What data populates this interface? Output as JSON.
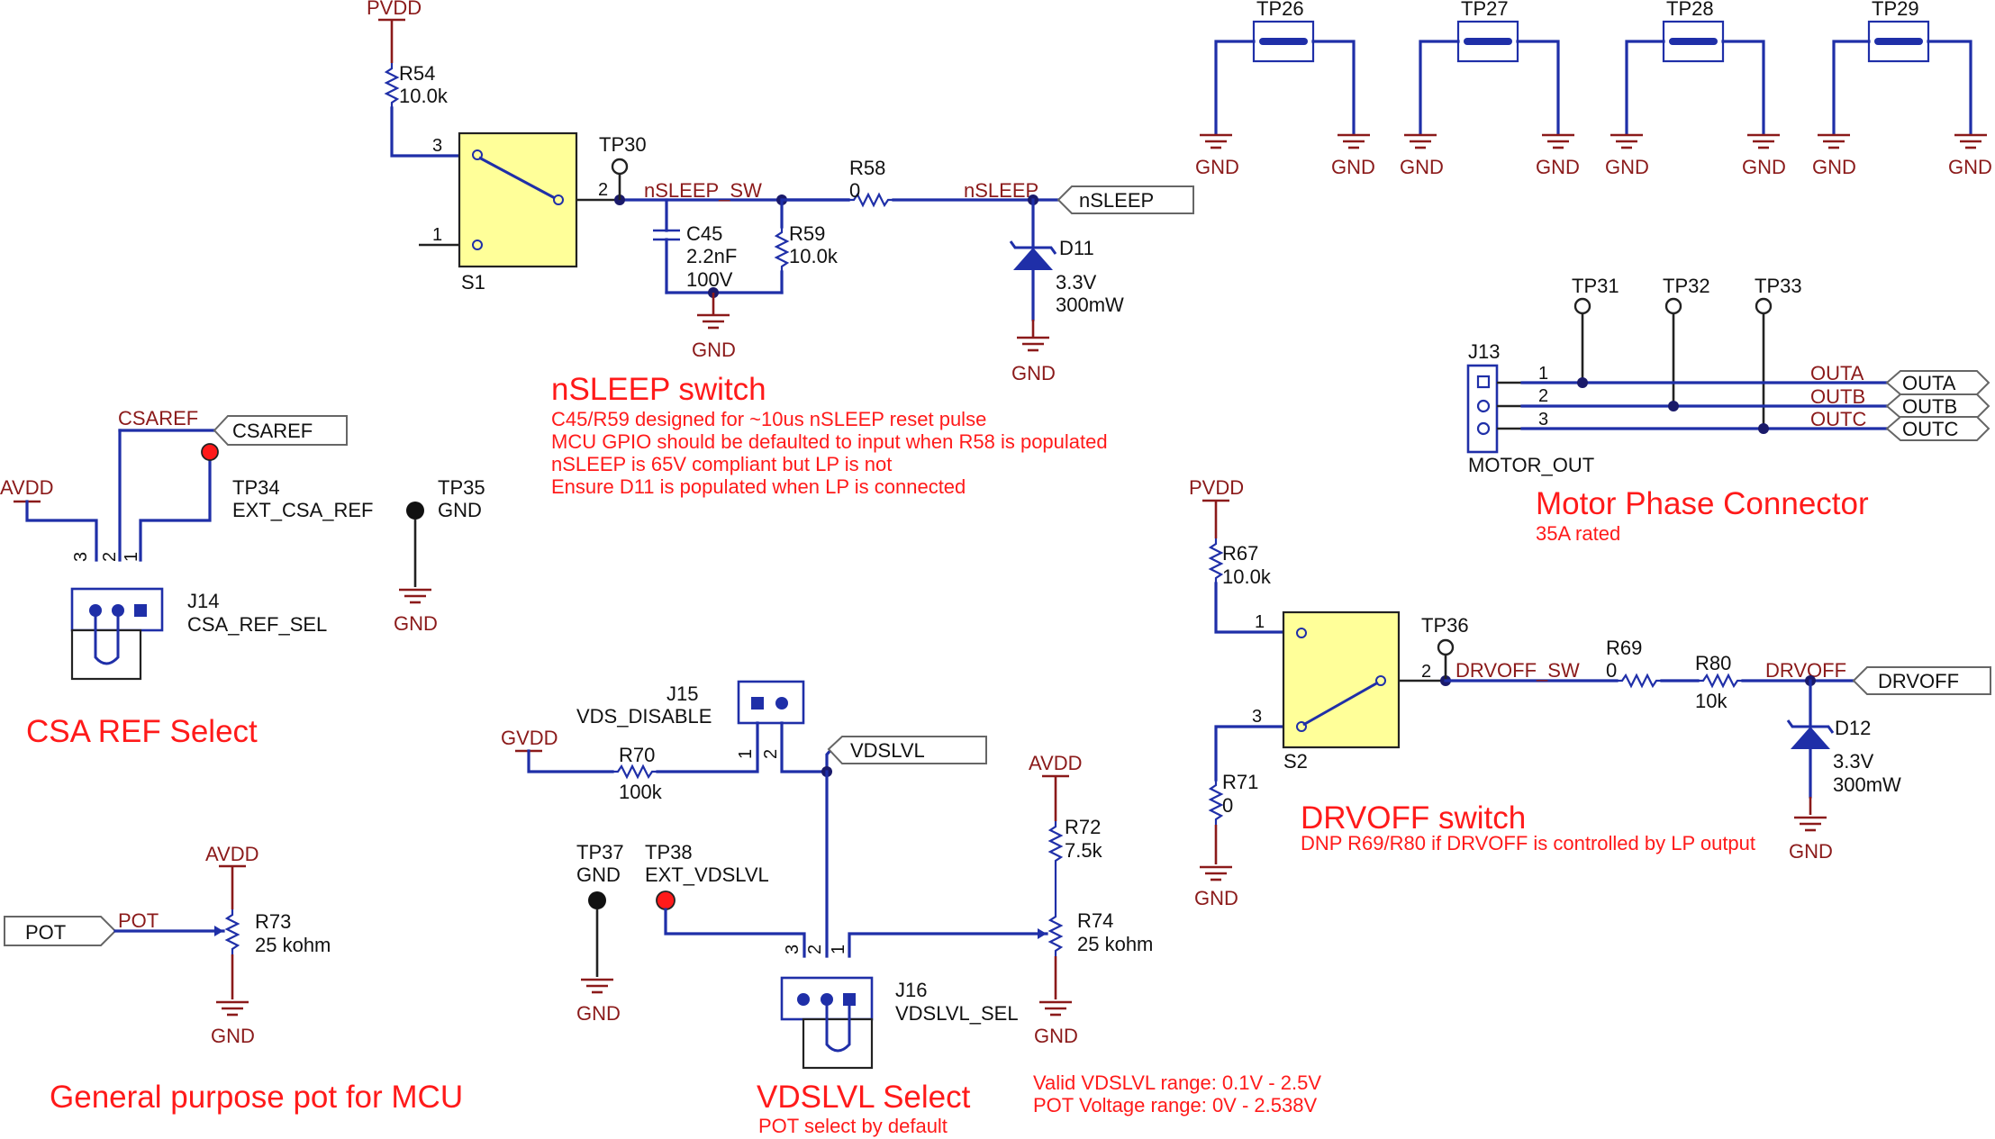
{
  "colors": {
    "wire": "#1f2fa8",
    "power": "#8b1a1a",
    "comment": "#ff1a1a",
    "switch_body": "#ffff99",
    "tp_red": "#ff1a1a",
    "tp_black": "#111111"
  },
  "icons": [
    "ground-symbol-icon",
    "power-bar-icon",
    "resistor-icon",
    "capacitor-icon",
    "zener-diode-icon",
    "potentiometer-icon",
    "switch-icon",
    "test-point-icon",
    "net-flag-icon",
    "header-connector-icon"
  ],
  "nets": {
    "pvdd": "PVDD",
    "avdd": "AVDD",
    "gvdd": "GVDD",
    "gnd": "GND",
    "nsleep_sw": "nSLEEP_SW",
    "nsleep": "nSLEEP",
    "csaref": "CSAREF",
    "pot": "POT",
    "vdslvl": "VDSLVL",
    "drvoff_sw": "DRVOFF_SW",
    "drvoff": "DRVOFF",
    "outa": "OUTA",
    "outb": "OUTB",
    "outc": "OUTC"
  },
  "components": {
    "r54": {
      "ref": "R54",
      "value": "10.0k"
    },
    "r58": {
      "ref": "R58",
      "value": "0"
    },
    "r59": {
      "ref": "R59",
      "value": "10.0k"
    },
    "c45": {
      "ref": "C45",
      "value": "2.2nF",
      "voltage": "100V"
    },
    "d11": {
      "ref": "D11",
      "value": "3.3V",
      "power": "300mW"
    },
    "s1": {
      "ref": "S1"
    },
    "tp26": "TP26",
    "tp27": "TP27",
    "tp28": "TP28",
    "tp29": "TP29",
    "tp30": "TP30",
    "tp31": "TP31",
    "tp32": "TP32",
    "tp33": "TP33",
    "tp34": {
      "ref": "TP34",
      "label": "EXT_CSA_REF"
    },
    "tp35": {
      "ref": "TP35",
      "label": "GND"
    },
    "tp36": "TP36",
    "tp37": {
      "ref": "TP37",
      "label": "GND"
    },
    "tp38": {
      "ref": "TP38",
      "label": "EXT_VDSLVL"
    },
    "j13": {
      "ref": "J13",
      "name": "MOTOR_OUT"
    },
    "j14": {
      "ref": "J14",
      "name": "CSA_REF_SEL"
    },
    "j15": {
      "ref": "J15",
      "name": "VDS_DISABLE"
    },
    "j16": {
      "ref": "J16",
      "name": "VDSLVL_SEL"
    },
    "r67": {
      "ref": "R67",
      "value": "10.0k"
    },
    "r69": {
      "ref": "R69",
      "value": "0"
    },
    "r70": {
      "ref": "R70",
      "value": "100k"
    },
    "r71": {
      "ref": "R71",
      "value": "0"
    },
    "r72": {
      "ref": "R72",
      "value": "7.5k"
    },
    "r73": {
      "ref": "R73",
      "value": "25 kohm"
    },
    "r74": {
      "ref": "R74",
      "value": "25 kohm"
    },
    "r80": {
      "ref": "R80",
      "value": "10k"
    },
    "d12": {
      "ref": "D12",
      "value": "3.3V",
      "power": "300mW"
    },
    "s2": {
      "ref": "S2"
    }
  },
  "pins": {
    "p1": "1",
    "p2": "2",
    "p3": "3"
  },
  "sections": {
    "nsleep": {
      "title": "nSLEEP switch",
      "notes": [
        "C45/R59 designed for ~10us nSLEEP reset pulse",
        "MCU GPIO should be defaulted to input when R58 is populated",
        "nSLEEP is 65V compliant but LP is not",
        "Ensure D11 is populated when LP is connected"
      ]
    },
    "motor": {
      "title": "Motor Phase Connector",
      "note": "35A rated"
    },
    "csa": {
      "title": "CSA REF Select"
    },
    "drvoff": {
      "title": "DRVOFF switch",
      "note": "DNP R69/R80 if DRVOFF is controlled by LP output"
    },
    "vdslvl": {
      "title": "VDSLVL Select",
      "note": "POT select by default",
      "range1": "Valid VDSLVL range: 0.1V - 2.5V",
      "range2": "POT Voltage range: 0V - 2.538V"
    },
    "pot": {
      "title": "General purpose pot for MCU"
    }
  }
}
